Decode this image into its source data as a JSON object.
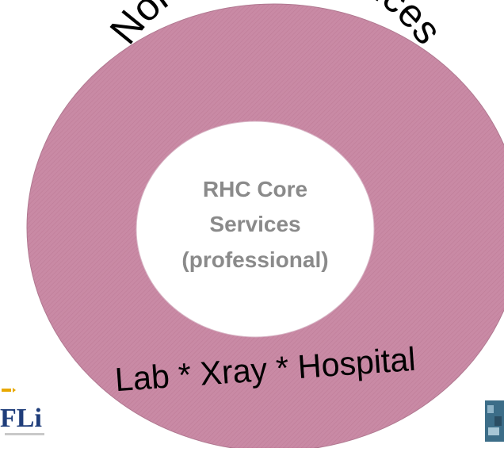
{
  "diagram": {
    "outer_ring_label": "Non- RHC Services",
    "outer_ring_bottom_label": "Lab * Xray * Hospital",
    "core": {
      "line1": "RHC Core",
      "line2": "Services",
      "line3": "(professional)"
    }
  },
  "colors": {
    "ring_fill": "#c98aa5",
    "core_fill": "#ffffff",
    "core_text": "#8a8a8a",
    "ring_text": "#000000"
  },
  "logos": {
    "left": "FLi",
    "right": "image-icon"
  }
}
